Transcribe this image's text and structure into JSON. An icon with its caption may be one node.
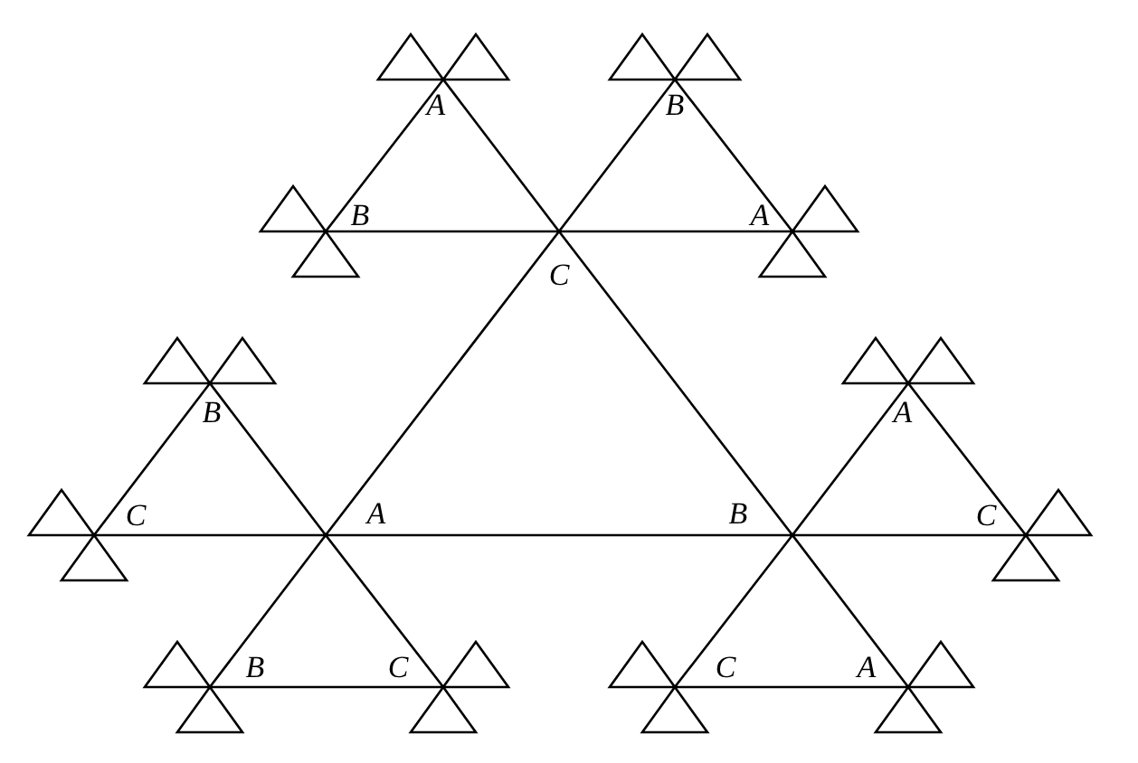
{
  "diagram": {
    "labels": [
      "A",
      "B",
      "B",
      "A",
      "C",
      "B",
      "A",
      "C",
      "A",
      "B",
      "C",
      "B",
      "C",
      "C",
      "A"
    ]
  }
}
